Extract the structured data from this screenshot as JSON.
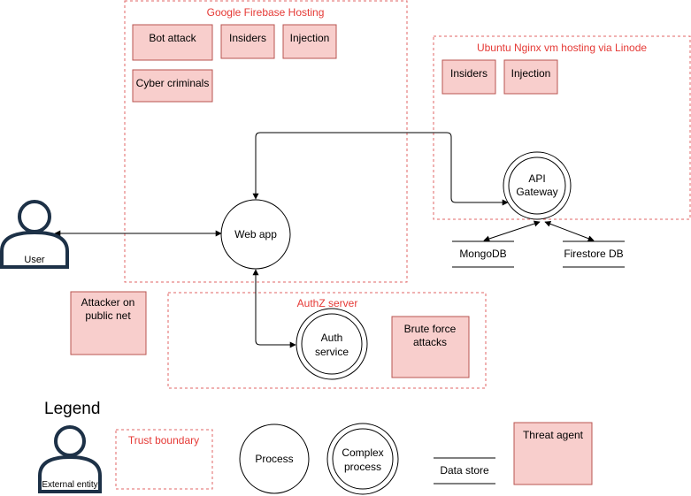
{
  "colors": {
    "boundary": "#e06666",
    "boundary_text": "#e53935",
    "threat_fill": "#f8cecc",
    "threat_stroke": "#b85450",
    "entity": "#1d3147",
    "line": "#000000"
  },
  "boundaries": {
    "firebase": "Google Firebase Hosting",
    "ubuntu": "Ubuntu Nginx vm hosting via Linode",
    "authz": "AuthZ server",
    "legend": "Trust boundary"
  },
  "threats": {
    "bot_attack": "Bot attack",
    "insiders_fb": "Insiders",
    "injection_fb": "Injection",
    "cyber_criminals": "Cyber criminals",
    "insiders_ub": "Insiders",
    "injection_ub": "Injection",
    "attacker": [
      "Attacker on",
      "public net"
    ],
    "brute_force": [
      "Brute force",
      "attacks"
    ],
    "legend": "Threat agent"
  },
  "processes": {
    "web_app": "Web app",
    "legend": "Process"
  },
  "complex_processes": {
    "api_gateway": [
      "API",
      "Gateway"
    ],
    "auth_service": [
      "Auth",
      "service"
    ],
    "legend": [
      "Complex",
      "process"
    ]
  },
  "data_stores": {
    "mongodb": "MongoDB",
    "firestore": "Firestore DB",
    "legend": "Data store"
  },
  "entities": {
    "user": "User",
    "legend": "External entity"
  },
  "legend_title": "Legend"
}
